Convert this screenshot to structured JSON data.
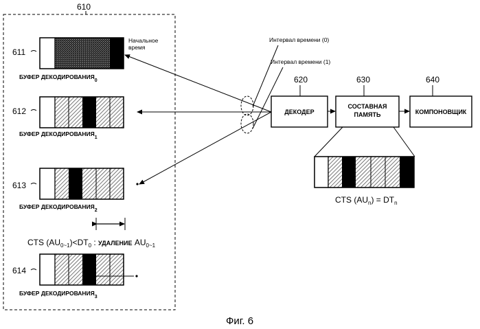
{
  "group": {
    "ref": "610"
  },
  "buffers": [
    {
      "ref": "611",
      "label": "БУФЕР ДЕКОДИРОВАНИЯ",
      "index": "0"
    },
    {
      "ref": "612",
      "label": "БУФЕР ДЕКОДИРОВАНИЯ",
      "index": "1"
    },
    {
      "ref": "613",
      "label": "БУФЕР ДЕКОДИРОВАНИЯ",
      "index": "2"
    },
    {
      "ref": "614",
      "label": "БУФЕР ДЕКОДИРОВАНИЯ",
      "index": "3"
    }
  ],
  "start_time": {
    "line1": "Начальное",
    "line2": "время"
  },
  "intervals": [
    {
      "label": "Интервал времени (0)"
    },
    {
      "label": "Интервал времени (1)"
    }
  ],
  "blocks": [
    {
      "ref": "620",
      "label": "ДЕКОДЕР"
    },
    {
      "ref": "630",
      "label_line1": "СОСТАВНАЯ",
      "label_line2": "ПАМЯТЬ"
    },
    {
      "ref": "640",
      "label": "КОМПОНОВЩИК"
    }
  ],
  "cts_formula": {
    "prefix": "CTS (AU",
    "sub": "n",
    "middle": ") = DT",
    "sub2": "n"
  },
  "removal_formula": {
    "p1": "CTS (AU",
    "s1": "0~1",
    "p2": ")<DT",
    "s2": "0",
    "p3": " : ",
    "p4": "УДАЛЕНИЕ",
    "p5": " AU",
    "s3": "0~1"
  },
  "caption": "Фиг. 6"
}
